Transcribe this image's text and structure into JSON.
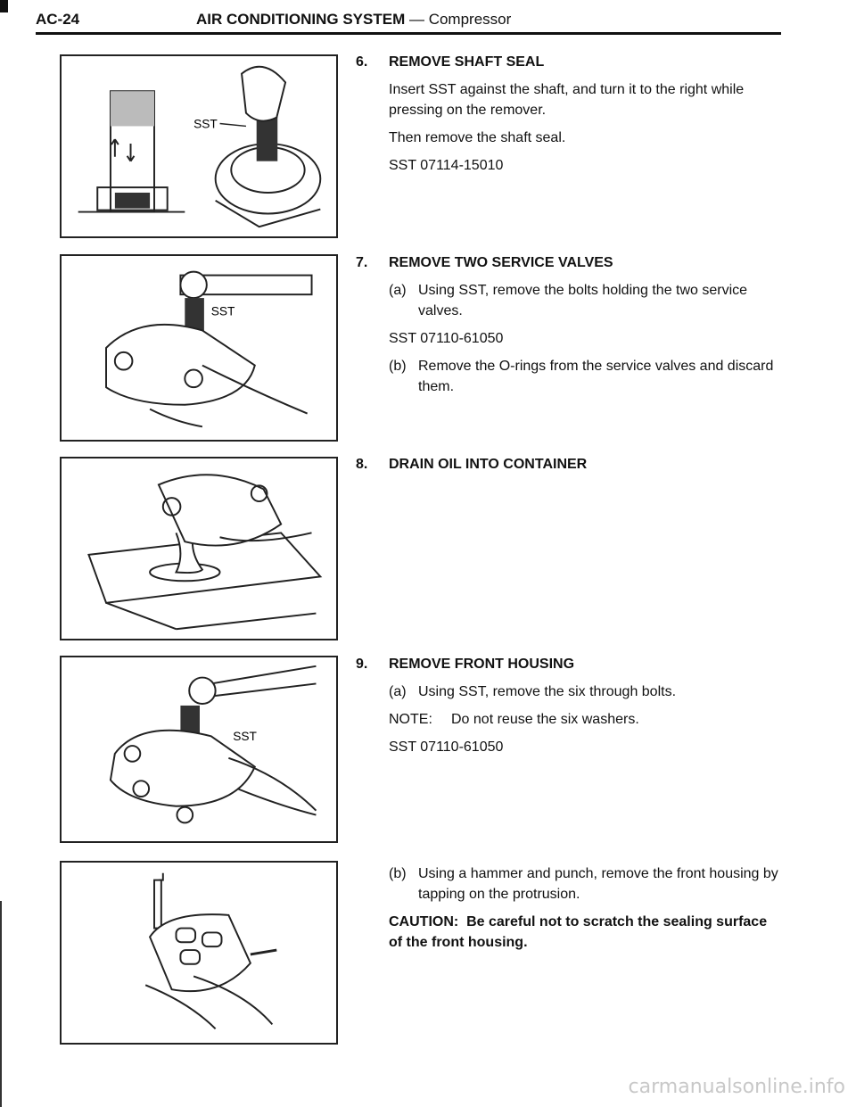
{
  "header": {
    "page_id": "AC-24",
    "title_bold": "AIR CONDITIONING SYSTEM",
    "title_sep": " — ",
    "title_rest": "Compressor"
  },
  "figures": {
    "fig1_label": "SST",
    "fig2_label": "SST",
    "fig4_label": "SST"
  },
  "steps": {
    "s6": {
      "num": "6.",
      "title": "REMOVE SHAFT SEAL",
      "p1": "Insert SST against the shaft, and turn it to the right while pressing on the remover.",
      "p2": "Then remove the shaft seal.",
      "sst": "SST 07114-15010"
    },
    "s7": {
      "num": "7.",
      "title": "REMOVE TWO SERVICE VALVES",
      "a_label": "(a)",
      "a_text": "Using SST, remove the bolts holding the two service valves.",
      "sst": "SST 07110-61050",
      "b_label": "(b)",
      "b_text": "Remove the O-rings from the service valves and discard them."
    },
    "s8": {
      "num": "8.",
      "title": "DRAIN OIL INTO CONTAINER"
    },
    "s9": {
      "num": "9.",
      "title": "REMOVE FRONT HOUSING",
      "a_label": "(a)",
      "a_text": "Using SST, remove the six through bolts.",
      "note_label": "NOTE:",
      "note_text": "Do not reuse the six washers.",
      "sst": "SST 07110-61050",
      "b_label": "(b)",
      "b_text": "Using a hammer and punch, remove the front housing by tapping on the protrusion.",
      "caution_label": "CAUTION:",
      "caution_text": "Be careful not to scratch the sealing surface of the front housing."
    }
  },
  "watermark": "carmanualsonline.info"
}
